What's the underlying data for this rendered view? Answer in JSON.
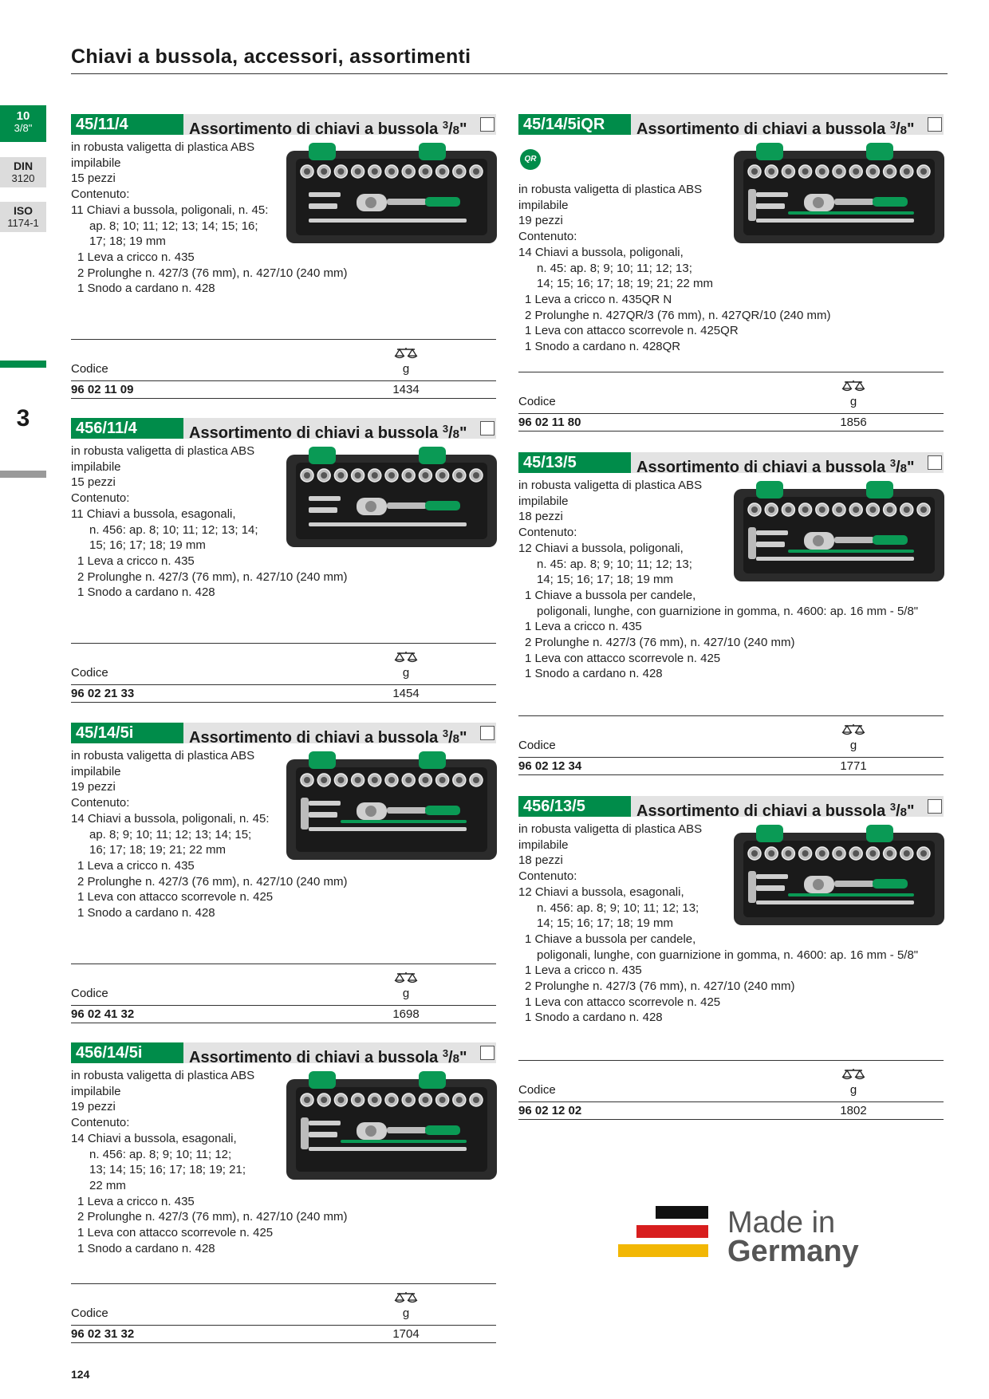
{
  "page": {
    "title": "Chiavi a bussola, accessori, assortimenti",
    "page_number": "124"
  },
  "side": {
    "drive_size": "10",
    "drive_inch": "3/8\"",
    "din_label": "DIN",
    "din_value": "3120",
    "iso_label": "ISO",
    "iso_value": "1174-1",
    "section_number": "3"
  },
  "table_labels": {
    "code": "Codice",
    "unit": "g"
  },
  "products": [
    {
      "code": "45/11/4",
      "title": "Assortimento di chiavi a bussola",
      "drive_num": "3",
      "drive_den": "8",
      "qr": false,
      "lines": [
        {
          "text": "in robusta valigetta di plastica ABS",
          "indent": 0
        },
        {
          "text": "impilabile",
          "indent": 0
        },
        {
          "text": "15 pezzi",
          "indent": 0
        },
        {
          "text": "Contenuto:",
          "indent": 0
        },
        {
          "text": "11 Chiavi a bussola, poligonali, n. 45:",
          "indent": 0
        },
        {
          "text": "ap. 8; 10; 11; 12; 13; 14; 15; 16;",
          "indent": 2
        },
        {
          "text": "17; 18; 19 mm",
          "indent": 2
        },
        {
          "text": "1 Leva a cricco n. 435",
          "indent": 1
        },
        {
          "text": "2 Prolunghe n. 427/3 (76 mm), n. 427/10 (240 mm)",
          "indent": 1
        },
        {
          "text": "1 Snodo a cardano n. 428",
          "indent": 1
        }
      ],
      "article_code": "96 02 11 09",
      "weight": "1434"
    },
    {
      "code": "456/11/4",
      "title": "Assortimento di chiavi a bussola",
      "drive_num": "3",
      "drive_den": "8",
      "qr": false,
      "lines": [
        {
          "text": "in robusta valigetta di plastica ABS",
          "indent": 0
        },
        {
          "text": "impilabile",
          "indent": 0
        },
        {
          "text": "15 pezzi",
          "indent": 0
        },
        {
          "text": "Contenuto:",
          "indent": 0
        },
        {
          "text": "11 Chiavi a bussola, esagonali,",
          "indent": 0
        },
        {
          "text": "n. 456: ap. 8; 10; 11; 12; 13; 14;",
          "indent": 2
        },
        {
          "text": "15; 16; 17; 18; 19 mm",
          "indent": 2
        },
        {
          "text": "1 Leva a cricco n. 435",
          "indent": 1
        },
        {
          "text": "2 Prolunghe n. 427/3 (76 mm), n. 427/10 (240 mm)",
          "indent": 1
        },
        {
          "text": "1 Snodo a cardano n. 428",
          "indent": 1
        }
      ],
      "article_code": "96 02 21 33",
      "weight": "1454"
    },
    {
      "code": "45/14/5i",
      "title": "Assortimento di chiavi a bussola",
      "drive_num": "3",
      "drive_den": "8",
      "qr": false,
      "lines": [
        {
          "text": "in robusta valigetta di plastica ABS",
          "indent": 0
        },
        {
          "text": "impilabile",
          "indent": 0
        },
        {
          "text": "19 pezzi",
          "indent": 0
        },
        {
          "text": "Contenuto:",
          "indent": 0
        },
        {
          "text": "14 Chiavi a bussola, poligonali, n. 45:",
          "indent": 0
        },
        {
          "text": "ap. 8; 9; 10; 11; 12; 13; 14; 15;",
          "indent": 2
        },
        {
          "text": "16; 17; 18; 19; 21; 22 mm",
          "indent": 2
        },
        {
          "text": "1 Leva a cricco n. 435",
          "indent": 1
        },
        {
          "text": "2 Prolunghe n. 427/3 (76 mm), n. 427/10 (240 mm)",
          "indent": 1
        },
        {
          "text": "1 Leva con attacco scorrevole n. 425",
          "indent": 1
        },
        {
          "text": "1 Snodo a cardano n. 428",
          "indent": 1
        }
      ],
      "article_code": "96 02 41 32",
      "weight": "1698"
    },
    {
      "code": "456/14/5i",
      "title": "Assortimento di chiavi a bussola",
      "drive_num": "3",
      "drive_den": "8",
      "qr": false,
      "lines": [
        {
          "text": "in robusta valigetta di plastica ABS",
          "indent": 0
        },
        {
          "text": "impilabile",
          "indent": 0
        },
        {
          "text": "19 pezzi",
          "indent": 0
        },
        {
          "text": "Contenuto:",
          "indent": 0
        },
        {
          "text": "14 Chiavi a bussola, esagonali,",
          "indent": 0
        },
        {
          "text": "n. 456: ap. 8; 9; 10; 11; 12;",
          "indent": 2
        },
        {
          "text": "13; 14; 15; 16; 17; 18; 19; 21;",
          "indent": 2
        },
        {
          "text": "22 mm",
          "indent": 2
        },
        {
          "text": "1 Leva a cricco n. 435",
          "indent": 1
        },
        {
          "text": "2 Prolunghe n. 427/3 (76 mm), n. 427/10 (240 mm)",
          "indent": 1
        },
        {
          "text": "1 Leva con attacco scorrevole n. 425",
          "indent": 1
        },
        {
          "text": "1 Snodo a cardano n. 428",
          "indent": 1
        }
      ],
      "article_code": "96 02 31 32",
      "weight": "1704"
    },
    {
      "code": "45/14/5iQR",
      "title": "Assortimento di chiavi a bussola",
      "drive_num": "3",
      "drive_den": "8",
      "qr": true,
      "qr_label": "QR",
      "lines": [
        {
          "text": "in robusta valigetta di plastica ABS",
          "indent": 0
        },
        {
          "text": "impilabile",
          "indent": 0
        },
        {
          "text": "19 pezzi",
          "indent": 0
        },
        {
          "text": "Contenuto:",
          "indent": 0
        },
        {
          "text": "14 Chiavi a bussola, poligonali,",
          "indent": 0
        },
        {
          "text": "n. 45: ap. 8; 9; 10; 11; 12; 13;",
          "indent": 2
        },
        {
          "text": "14; 15; 16; 17; 18; 19; 21; 22 mm",
          "indent": 2
        },
        {
          "text": "1 Leva a cricco n. 435QR N",
          "indent": 1
        },
        {
          "text": "2 Prolunghe n. 427QR/3 (76 mm), n. 427QR/10 (240 mm)",
          "indent": 1
        },
        {
          "text": "1 Leva con attacco scorrevole n. 425QR",
          "indent": 1
        },
        {
          "text": "1 Snodo a cardano n. 428QR",
          "indent": 1
        }
      ],
      "article_code": "96 02 11 80",
      "weight": "1856"
    },
    {
      "code": "45/13/5",
      "title": "Assortimento di chiavi a bussola",
      "drive_num": "3",
      "drive_den": "8",
      "qr": false,
      "lines": [
        {
          "text": "in robusta valigetta di plastica ABS",
          "indent": 0
        },
        {
          "text": "impilabile",
          "indent": 0
        },
        {
          "text": "18 pezzi",
          "indent": 0
        },
        {
          "text": "Contenuto:",
          "indent": 0
        },
        {
          "text": "12 Chiavi a bussola, poligonali,",
          "indent": 0
        },
        {
          "text": "n. 45: ap. 8; 9; 10; 11; 12; 13;",
          "indent": 2
        },
        {
          "text": "14; 15; 16; 17; 18; 19 mm",
          "indent": 2
        },
        {
          "text": "1 Chiave a bussola per candele,",
          "indent": 1
        },
        {
          "text": "poligonali, lunghe, con guarnizione in gomma, n. 4600: ap. 16 mm - 5/8\"",
          "indent": 2
        },
        {
          "text": "1 Leva a cricco n. 435",
          "indent": 1
        },
        {
          "text": "2 Prolunghe n. 427/3 (76 mm), n. 427/10 (240 mm)",
          "indent": 1
        },
        {
          "text": "1 Leva con attacco scorrevole n. 425",
          "indent": 1
        },
        {
          "text": "1 Snodo a cardano n. 428",
          "indent": 1
        }
      ],
      "article_code": "96 02 12 34",
      "weight": "1771"
    },
    {
      "code": "456/13/5",
      "title": "Assortimento di chiavi a bussola",
      "drive_num": "3",
      "drive_den": "8",
      "qr": false,
      "lines": [
        {
          "text": "in robusta valigetta di plastica ABS",
          "indent": 0
        },
        {
          "text": "impilabile",
          "indent": 0
        },
        {
          "text": "18 pezzi",
          "indent": 0
        },
        {
          "text": "Contenuto:",
          "indent": 0
        },
        {
          "text": "12 Chiavi a bussola, esagonali,",
          "indent": 0
        },
        {
          "text": "n. 456: ap. 8; 9; 10; 11; 12; 13;",
          "indent": 2
        },
        {
          "text": "14; 15; 16; 17; 18; 19 mm",
          "indent": 2
        },
        {
          "text": "1 Chiave a bussola per candele,",
          "indent": 1
        },
        {
          "text": "poligonali, lunghe, con guarnizione in gomma, n. 4600: ap. 16 mm - 5/8\"",
          "indent": 2
        },
        {
          "text": "1 Leva a cricco n. 435",
          "indent": 1
        },
        {
          "text": "2 Prolunghe n. 427/3 (76 mm), n. 427/10 (240 mm)",
          "indent": 1
        },
        {
          "text": "1 Leva con attacco scorrevole n. 425",
          "indent": 1
        },
        {
          "text": "1 Snodo a cardano n. 428",
          "indent": 1
        }
      ],
      "article_code": "96 02 12 02",
      "weight": "1802"
    }
  ],
  "made_in": {
    "line1": "Made in",
    "line2": "Germany",
    "flag_colors": [
      "#111111",
      "#d81e1e",
      "#f2b705"
    ]
  },
  "colors": {
    "accent_green": "#008c4a",
    "title_bg": "#e3e3e3"
  }
}
